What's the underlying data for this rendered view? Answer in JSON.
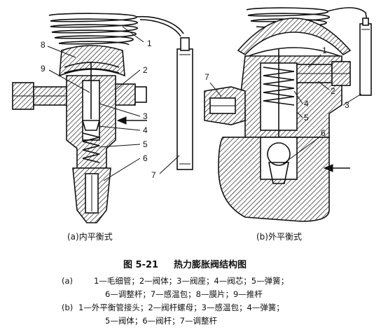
{
  "diagram_a": {
    "callouts": [
      "1",
      "2",
      "3",
      "4",
      "5",
      "6",
      "7",
      "8",
      "9"
    ],
    "label": "(a)内平衡式"
  },
  "diagram_b": {
    "callouts": [
      "1",
      "2",
      "3",
      "4",
      "5",
      "6",
      "7"
    ],
    "label": "(b)外平衡式"
  },
  "caption": {
    "number": "图 5-21",
    "title": "热力膨胀阀结构图"
  },
  "legend": {
    "a_tag": "(a)",
    "a_line1": "1—毛细管；2—阀体；3—阀座；4—阀芯；5—弹簧；",
    "a_line2": "6—调整杆；7—感温包；8—膜片；9—推杆",
    "b_tag": "(b)",
    "b_line1": "1—外平衡管接头；2—阀杆螺母；3—感温包；4—弹簧；",
    "b_line2": "5—阀体；6—阀杆；7—调整杆"
  }
}
